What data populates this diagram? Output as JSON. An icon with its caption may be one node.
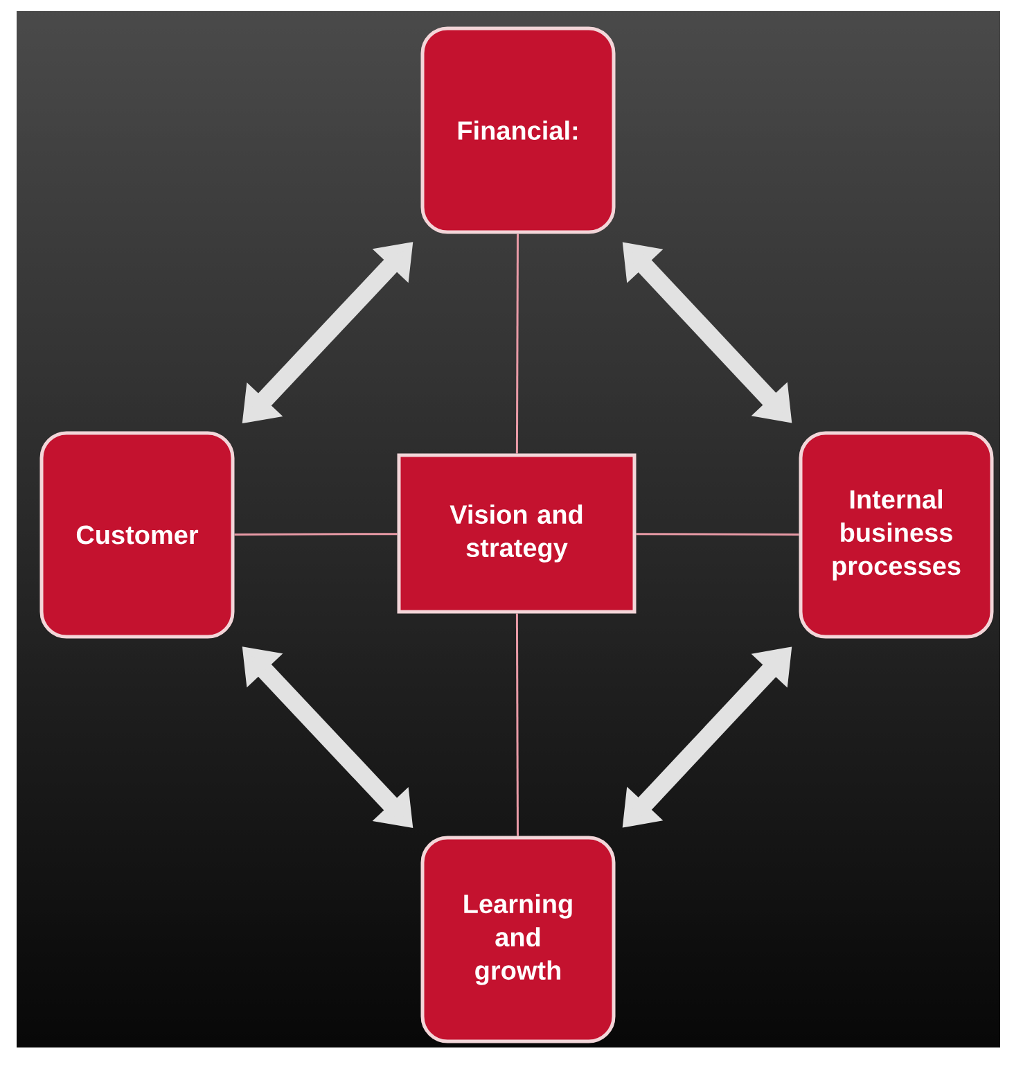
{
  "diagram": {
    "nodes": [
      {
        "text": [
          "Financial:"
        ]
      },
      {
        "text": [
          "Customer"
        ]
      },
      {
        "text": [
          "Vision and strategy"
        ]
      },
      {
        "text": [
          "Internal business processes"
        ]
      },
      {
        "text": [
          "Learning and growth"
        ]
      }
    ],
    "edges": [
      {
        "from": 2,
        "to": 0,
        "arrow": "none"
      },
      {
        "from": 2,
        "to": 1,
        "arrow": "none"
      },
      {
        "from": 2,
        "to": 3,
        "arrow": "none"
      },
      {
        "from": 2,
        "to": 4,
        "arrow": "none"
      },
      {
        "from": 0,
        "to": 1,
        "arrow": "both",
        "style": "thick"
      },
      {
        "from": 0,
        "to": 3,
        "arrow": "both",
        "style": "thick"
      },
      {
        "from": 1,
        "to": 4,
        "arrow": "both",
        "style": "thick"
      },
      {
        "from": 3,
        "to": 4,
        "arrow": "both",
        "style": "thick"
      }
    ]
  }
}
